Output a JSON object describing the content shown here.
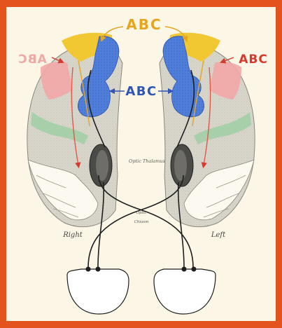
{
  "labels": {
    "top": "ABC",
    "center": "ABC",
    "right_red": "ABC",
    "left_red_mirrored": "ABC",
    "optic_thalamus": "Optic Thalamus",
    "optic_chiasm_top": "Optic",
    "optic_chiasm_bottom": "Chiasm",
    "right": "Right",
    "left": "Left"
  },
  "colors": {
    "frame": "#e2531e",
    "paper": "#fbf6e6",
    "yellow": "#f1c832",
    "orange_label": "#e6a51f",
    "blue": "#3f6fcf",
    "blue_label": "#2f55b8",
    "red": "#e0584a",
    "red_label": "#d43a2e",
    "pink": "#f2a7a7",
    "green": "#9fcfa3",
    "gray": "#cfcfc7",
    "ink": "#1e1e1e"
  }
}
